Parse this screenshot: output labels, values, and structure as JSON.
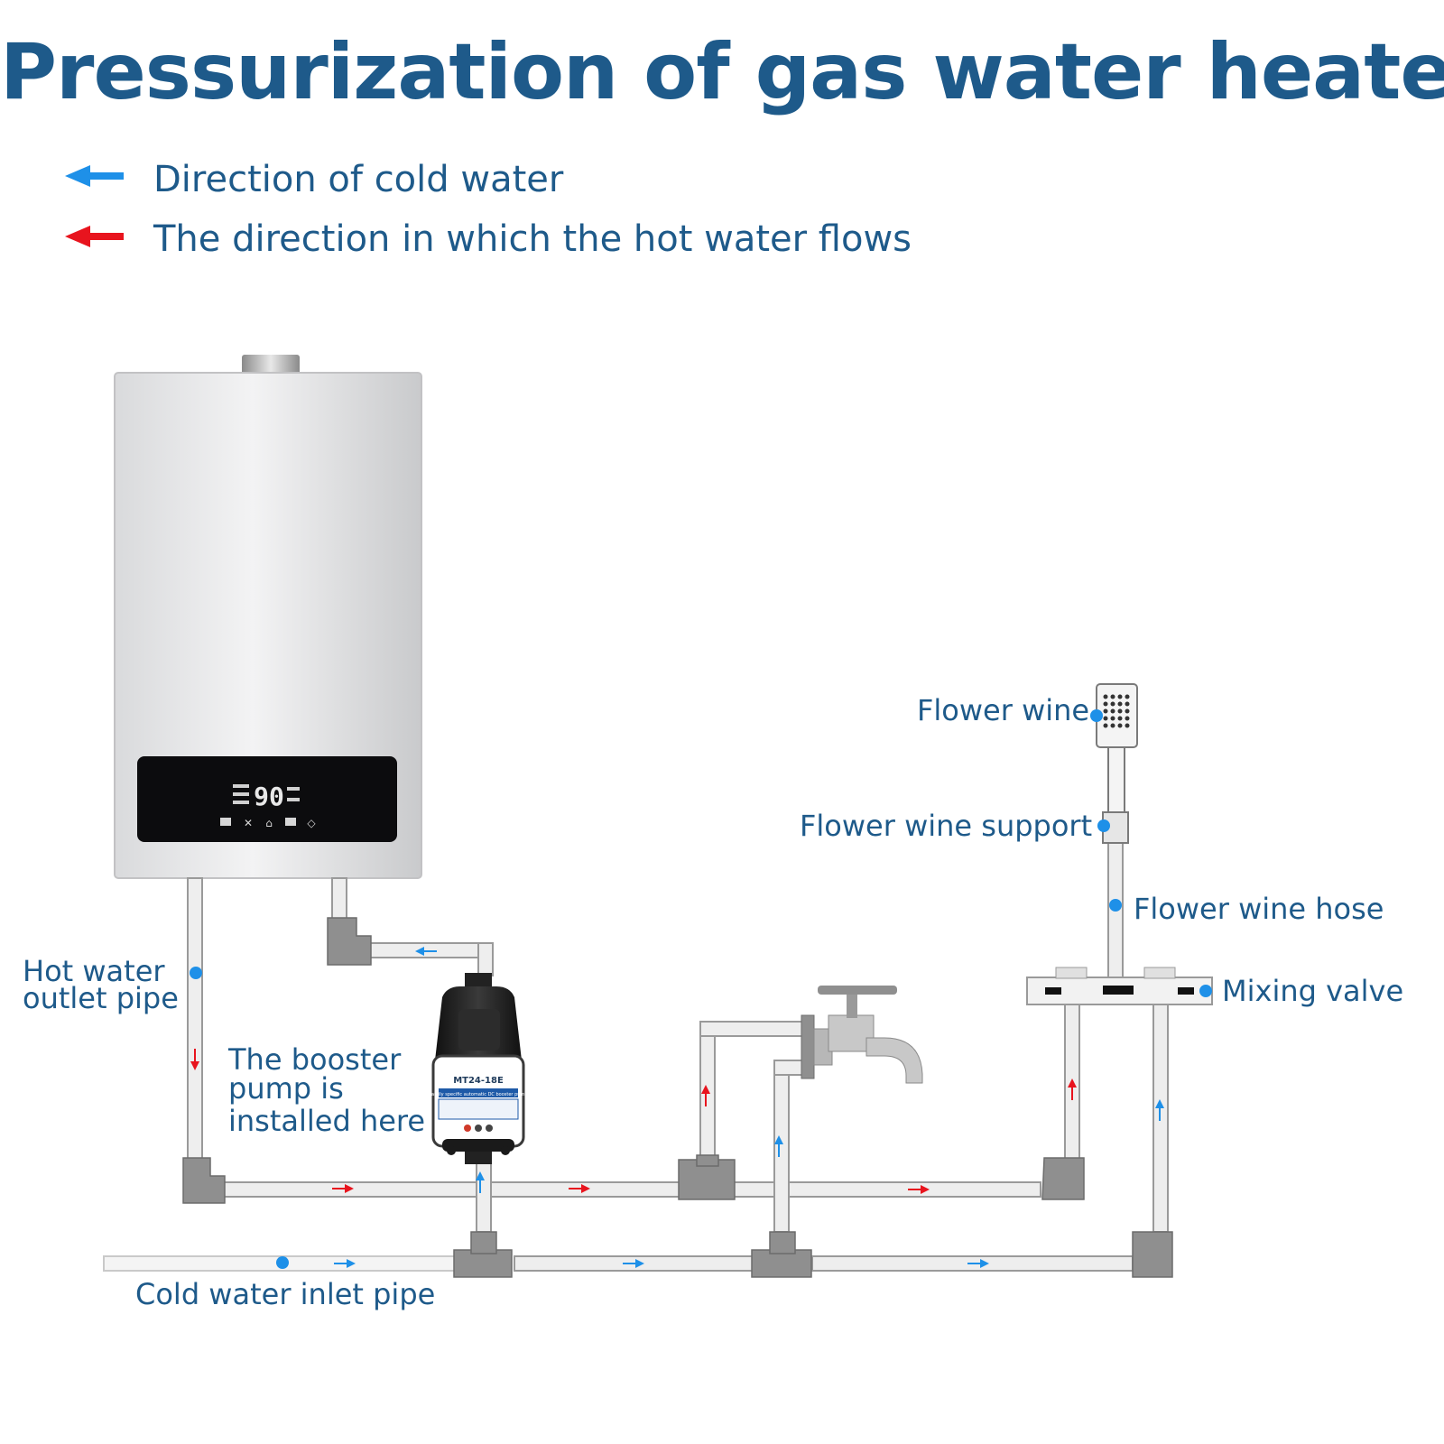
{
  "title": "Pressurization of gas water heater",
  "legend": {
    "cold": {
      "text": "Direction of cold water",
      "color": "#1e90e8"
    },
    "hot": {
      "text": "The direction in which the hot water flows",
      "color": "#e8141e"
    }
  },
  "colors": {
    "text": "#1e5a8a",
    "marker": "#1e90e8",
    "pipe": "#e6e6e6",
    "pipe_edge": "#9a9a9a",
    "fitting": "#8f8f8f"
  },
  "heater": {
    "display_value": "90"
  },
  "pump": {
    "model": "MT24-18E",
    "subtitle": "Family specific automatic DC booster pump"
  },
  "labels": {
    "hot_outlet_line1": "Hot water",
    "hot_outlet_line2": "outlet pipe",
    "booster_line1": "The booster",
    "booster_line2": "pump is",
    "booster_line3": "installed here",
    "cold_inlet": "Cold water inlet pipe",
    "flower_wine": "Flower wine",
    "flower_wine_support": "Flower wine support",
    "flower_wine_hose": "Flower wine hose",
    "mixing_valve": "Mixing valve"
  },
  "icons": [
    "cold-water-arrow-icon",
    "hot-water-arrow-icon",
    "gas-water-heater-icon",
    "booster-pump-icon",
    "faucet-icon",
    "shower-head-icon",
    "mixing-valve-icon"
  ]
}
